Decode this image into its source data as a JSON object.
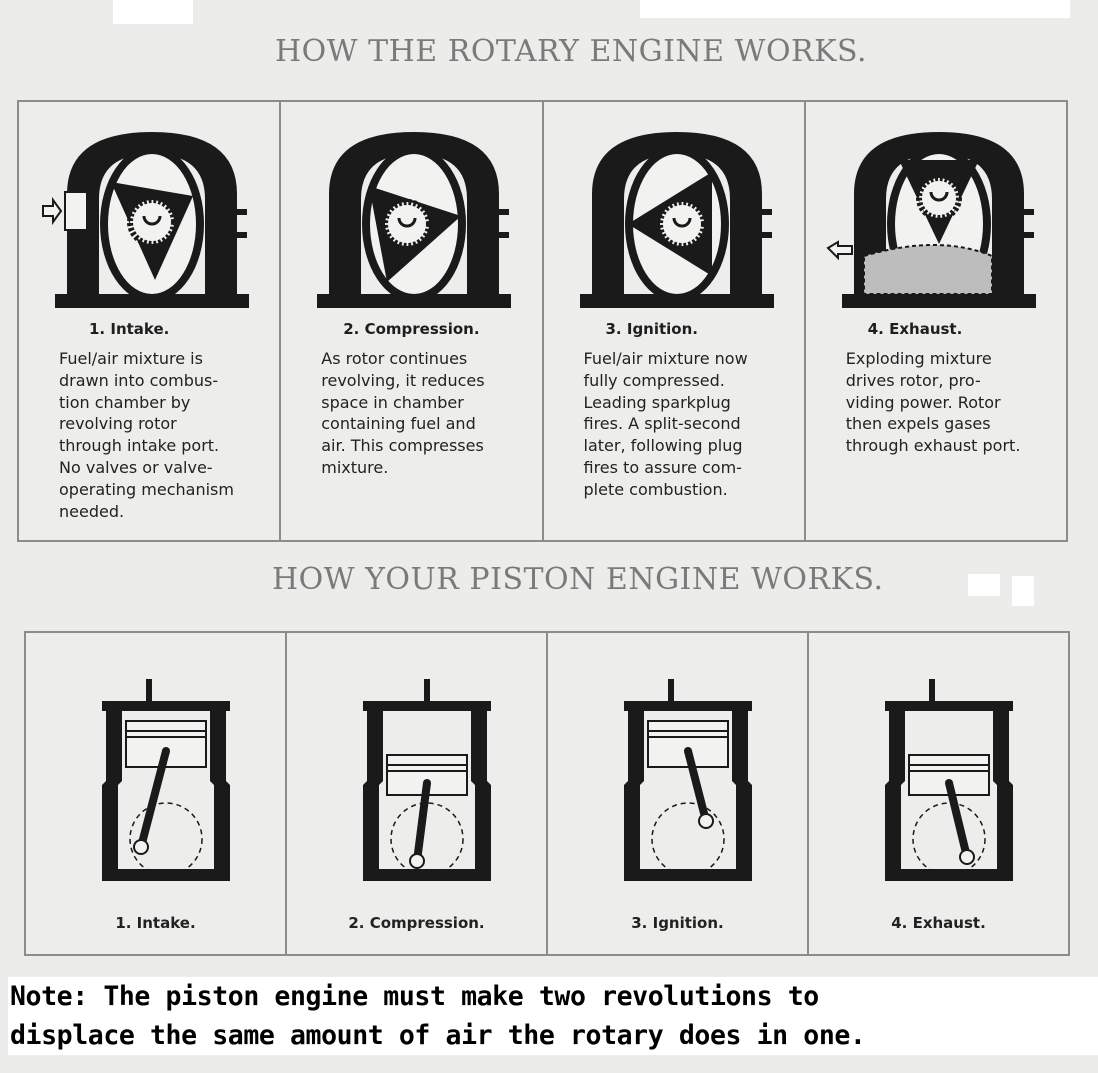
{
  "rotary": {
    "heading": "HOW THE ROTARY ENGINE WORKS.",
    "steps": [
      {
        "title": "1. Intake.",
        "desc": "Fuel/air mixture is\ndrawn into combus-\ntion chamber by\nrevolving rotor\nthrough intake port.\nNo valves or valve-\noperating mechanism\nneeded."
      },
      {
        "title": "2. Compression.",
        "desc": "As rotor continues\nrevolving, it reduces\nspace in chamber\ncontaining fuel and\nair. This compresses\nmixture."
      },
      {
        "title": "3. Ignition.",
        "desc": "Fuel/air mixture now\nfully compressed.\nLeading sparkplug\nfires. A split-second\nlater, following plug\nfires to assure com-\nplete combustion."
      },
      {
        "title": "4. Exhaust.",
        "desc": "Exploding mixture\ndrives rotor, pro-\nviding power. Rotor\nthen expels gases\nthrough exhaust port."
      }
    ]
  },
  "piston": {
    "heading": "HOW YOUR PISTON ENGINE WORKS.",
    "steps": [
      {
        "title": "1. Intake."
      },
      {
        "title": "2. Compression."
      },
      {
        "title": "3. Ignition."
      },
      {
        "title": "4. Exhaust."
      }
    ]
  },
  "note": "Note: The piston engine must make two revolutions to\ndisplace the same amount of air the rotary does in one."
}
